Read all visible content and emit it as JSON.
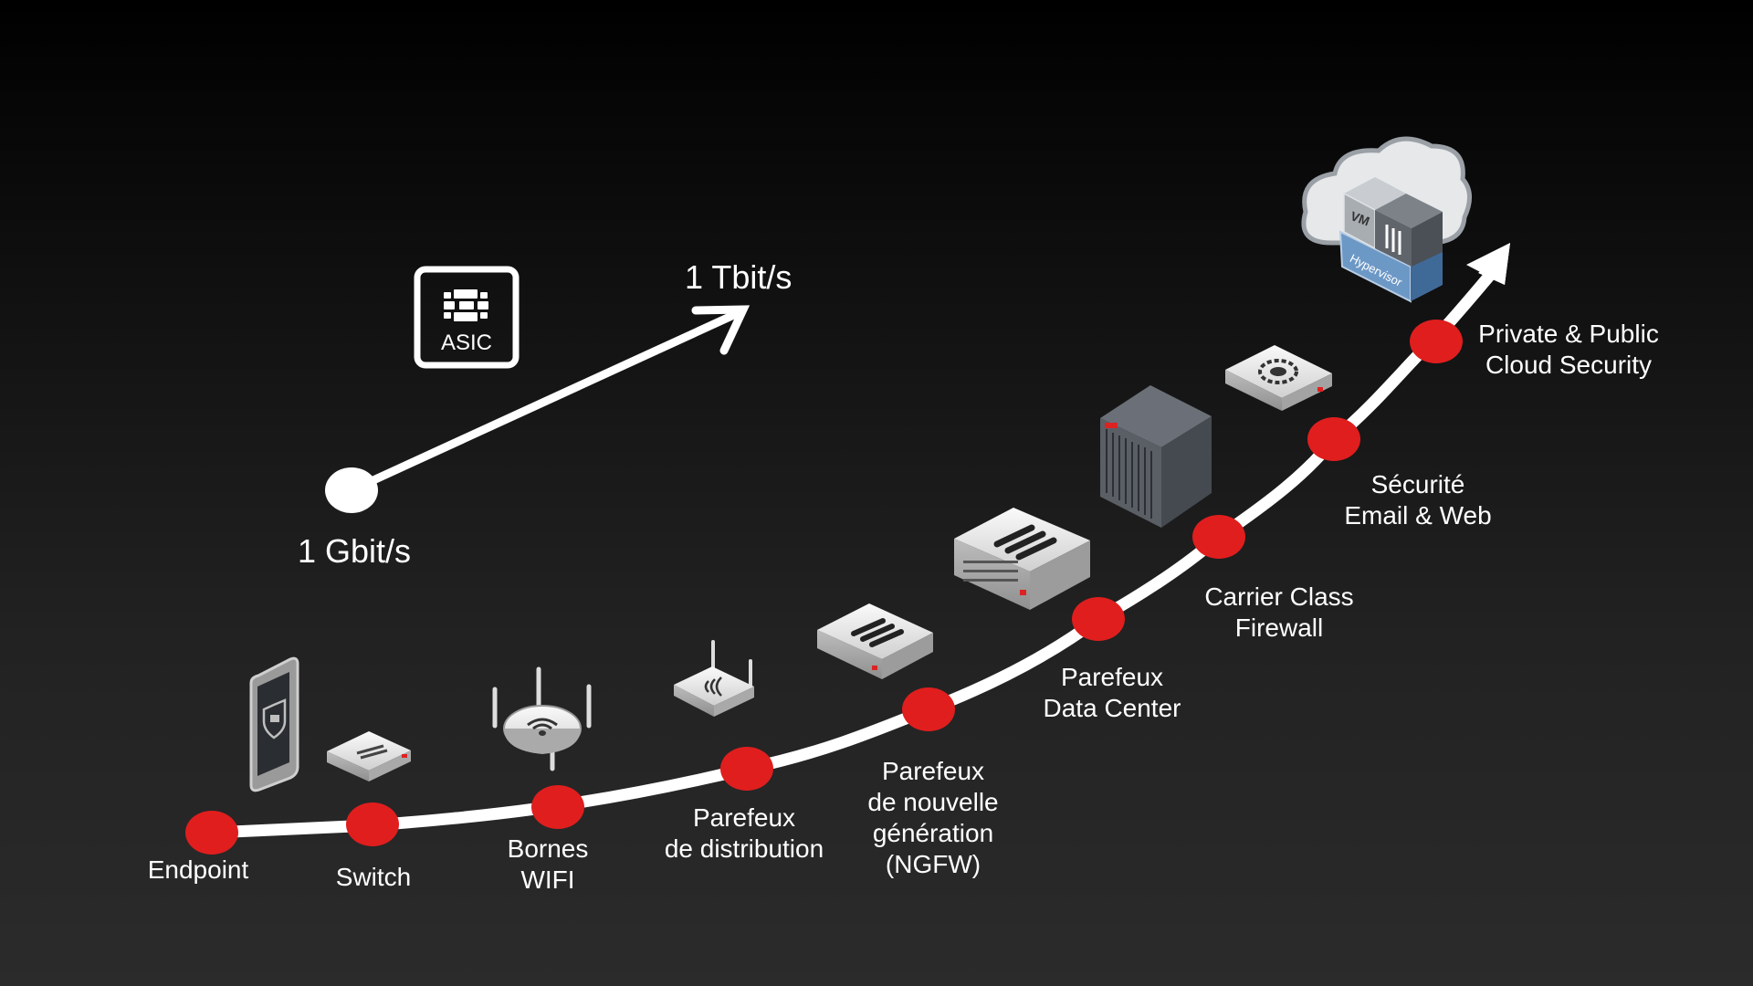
{
  "speed": {
    "start": "1 Gbit/s",
    "end": "1 Tbit/s"
  },
  "asic_badge": {
    "label": "ASIC"
  },
  "stages": [
    {
      "label": "Endpoint",
      "icon": "smartphone-shield-icon"
    },
    {
      "label": "Switch",
      "icon": "network-switch-icon"
    },
    {
      "label": "Bornes\nWIFI",
      "icon": "wifi-access-point-icon"
    },
    {
      "label": "Parefeux\nde distribution",
      "icon": "small-firewall-icon"
    },
    {
      "label": "Parefeux\nde nouvelle\ngénération\n(NGFW)",
      "icon": "rack-firewall-icon"
    },
    {
      "label": "Parefeux\nData Center",
      "icon": "datacenter-firewall-icon"
    },
    {
      "label": "Carrier Class\nFirewall",
      "icon": "chassis-firewall-icon"
    },
    {
      "label": "Sécurité\nEmail & Web",
      "icon": "gear-appliance-icon"
    },
    {
      "label": "Private & Public\nCloud Security",
      "icon": "cloud-hypervisor-icon"
    }
  ],
  "cloud": {
    "vm_label": "VM",
    "hypervisor_label": "Hypervisor"
  },
  "colors": {
    "node": "#e01e1e",
    "curve": "#ffffff",
    "background": "#1a1a1a"
  }
}
